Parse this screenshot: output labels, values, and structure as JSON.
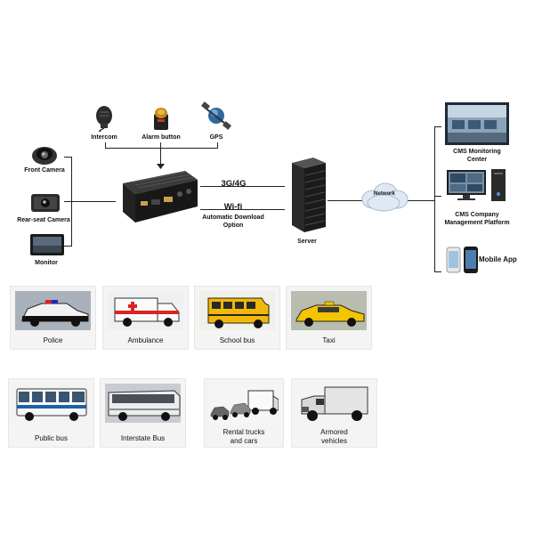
{
  "inputs": {
    "front_camera": "Front Camera",
    "rear_camera": "Rear-seat Camera",
    "monitor": "Monitor",
    "intercom": "Intercom",
    "alarm_button": "Alarm button",
    "gps": "GPS"
  },
  "links": {
    "cellular": "3G/4G",
    "wifi": "Wi-fi",
    "wifi_note_line1": "Automatic Download",
    "wifi_note_line2": "Option"
  },
  "server": "Server",
  "network": "Network",
  "outputs": {
    "cms_center_line1": "CMS Monitoring",
    "cms_center_line2": "Center",
    "cms_platform_line1": "CMS Company",
    "cms_platform_line2": "Management Platform",
    "mobile_app": "Mobile App"
  },
  "vehicles_row1": [
    "Police",
    "Ambulance",
    "School bus",
    "Taxi"
  ],
  "vehicles_row2": {
    "public_bus": "Public bus",
    "interstate_bus": "Interstate Bus",
    "rental_line1": "Rental trucks",
    "rental_line2": "and cars",
    "armored_line1": "Armored",
    "armored_line2": "vehicles"
  }
}
